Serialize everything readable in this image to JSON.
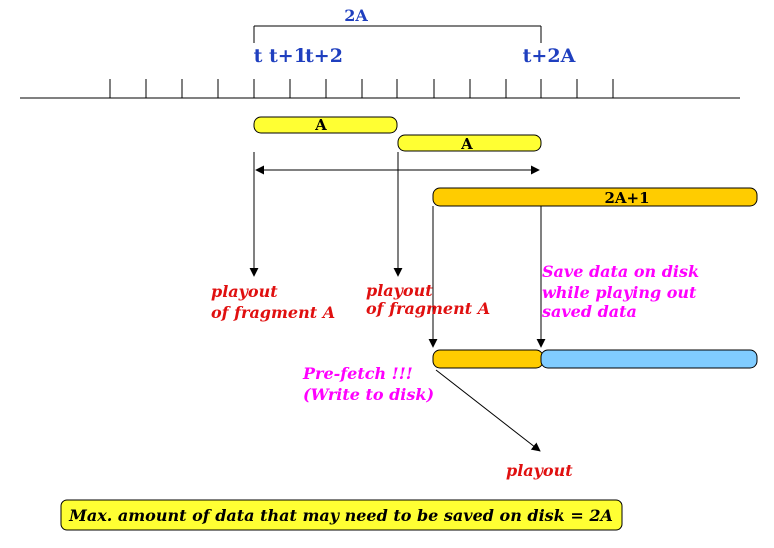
{
  "colors": {
    "blue_label": "#1f3fbf",
    "red_label": "#e01010",
    "magenta_label": "#ff00ff",
    "yellow_fill": "#ffff33",
    "orange_fill": "#ffcc00",
    "light_blue_fill": "#80ccff",
    "line": "#000000"
  },
  "top_axis": {
    "span_label": "2A",
    "tick_t": "t",
    "tick_t1": "t+1",
    "tick_t2": "t+2",
    "tick_t2a": "t+2A"
  },
  "bars": {
    "fragment_a1": "A",
    "fragment_a2": "A",
    "prefetch": "2A+1"
  },
  "labels": {
    "playout_1_line1": "playout",
    "playout_1_line2": "of fragment A",
    "playout_2_line1": "playout",
    "playout_2_line2": "of fragment A",
    "save_line1": "Save data on disk",
    "save_line2": "while playing out",
    "save_line3": "saved data",
    "prefetch_line1": "Pre-fetch !!!",
    "prefetch_line2": "(Write to disk)",
    "playout_3": "playout"
  },
  "summary": "Max. amount of data that may need to be saved on disk = 2A",
  "icons": {
    "arrowhead": "arrowhead-icon"
  }
}
